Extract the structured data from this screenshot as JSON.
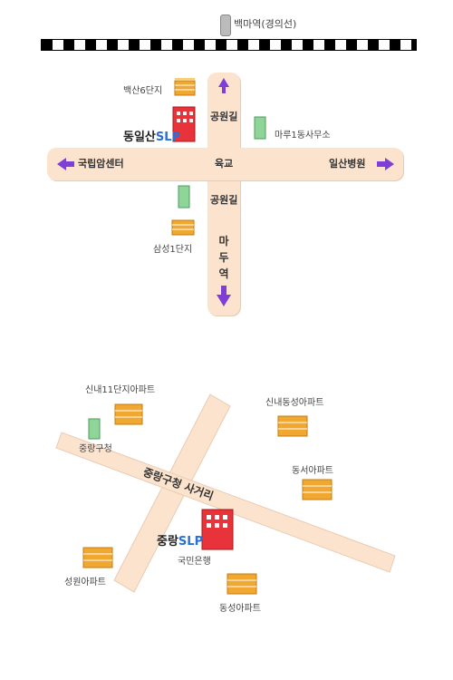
{
  "map1": {
    "station": "백마역(경의선)",
    "roads": {
      "north": "공원길",
      "south": "공원길",
      "center": "육교",
      "west": "국립암센터",
      "east": "일산병원",
      "south_lower": [
        "마",
        "두",
        "역"
      ]
    },
    "places": {
      "apt_top": "백산6단지",
      "main_name": "동일산",
      "main_suffix": "SLP",
      "office": "마루1동사무소",
      "apt_bottom": "삼성1단지"
    }
  },
  "map2": {
    "crossroad": "중랑구청 사거리",
    "places": {
      "apt_nw": "신내11단지아파트",
      "gov": "중랑구청",
      "apt_ne": "신내동성아파트",
      "apt_e": "동서아파트",
      "main_name": "중랑",
      "main_suffix": "SLP",
      "bank": "국민은행",
      "apt_sw": "성원아파트",
      "apt_s": "동성아파트"
    }
  },
  "colors": {
    "road": "#fce3cd",
    "arrow": "#7d3fd6",
    "building_red": "#e8333a",
    "building_green": "#8fd59a",
    "apartment": "#f0a830",
    "slp": "#2a6fd6"
  }
}
